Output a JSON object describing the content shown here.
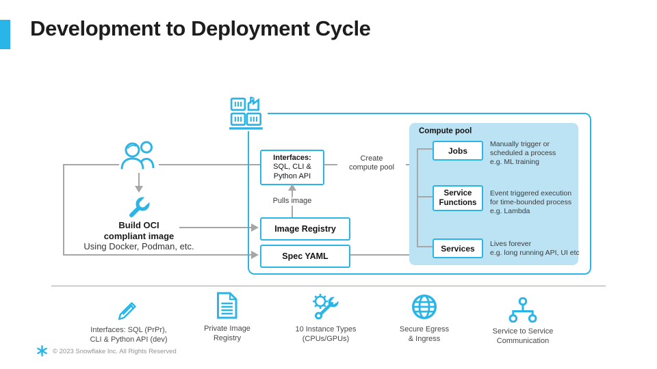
{
  "title": "Development to Deployment Cycle",
  "colors": {
    "accent": "#29B5E8",
    "connector_gray": "#A6A6A6",
    "compute_pool_bg": "#BCE3F3",
    "heading_text": "#1D1D1D",
    "body_text": "#3B3B3B",
    "footer_text": "#929292"
  },
  "diagram": {
    "actor": {
      "build_line1": "Build OCI",
      "build_line2": "compliant image",
      "build_line3": "Using Docker, Podman, etc."
    },
    "interfaces_box": {
      "line1": "Interfaces:",
      "line2": "SQL, CLI &",
      "line3": "Python API"
    },
    "pulls_image_label": "Pulls image",
    "image_registry_label": "Image Registry",
    "spec_yaml_label": "Spec YAML",
    "create_pool_line1": "Create",
    "create_pool_line2": "compute pool",
    "compute_pool": {
      "label": "Compute pool",
      "items": [
        {
          "name": "Jobs",
          "desc1": "Manually trigger or",
          "desc2": "scheduled a process",
          "desc3": "e.g. ML training"
        },
        {
          "name": "Service Functions",
          "desc1": "Event triggered execution",
          "desc2": "for time-bounded process",
          "desc3": "e.g. Lambda"
        },
        {
          "name": "Services",
          "desc1": "Lives forever",
          "desc2": "e.g. long running API, UI etc"
        }
      ]
    }
  },
  "features": [
    {
      "icon": "pencil-icon",
      "line1": "Interfaces: SQL (PrPr),",
      "line2": "CLI & Python API (dev)"
    },
    {
      "icon": "document-icon",
      "line1": "Private Image",
      "line2": "Registry"
    },
    {
      "icon": "gear-wrench-icon",
      "line1": "10 Instance Types",
      "line2": "(CPUs/GPUs)"
    },
    {
      "icon": "globe-icon",
      "line1": "Secure Egress",
      "line2": "& Ingress"
    },
    {
      "icon": "network-icon",
      "line1": "Service to Service",
      "line2": "Communication"
    }
  ],
  "footer": {
    "copyright": "© 2023 Snowflake Inc. All Rights Reserved"
  }
}
